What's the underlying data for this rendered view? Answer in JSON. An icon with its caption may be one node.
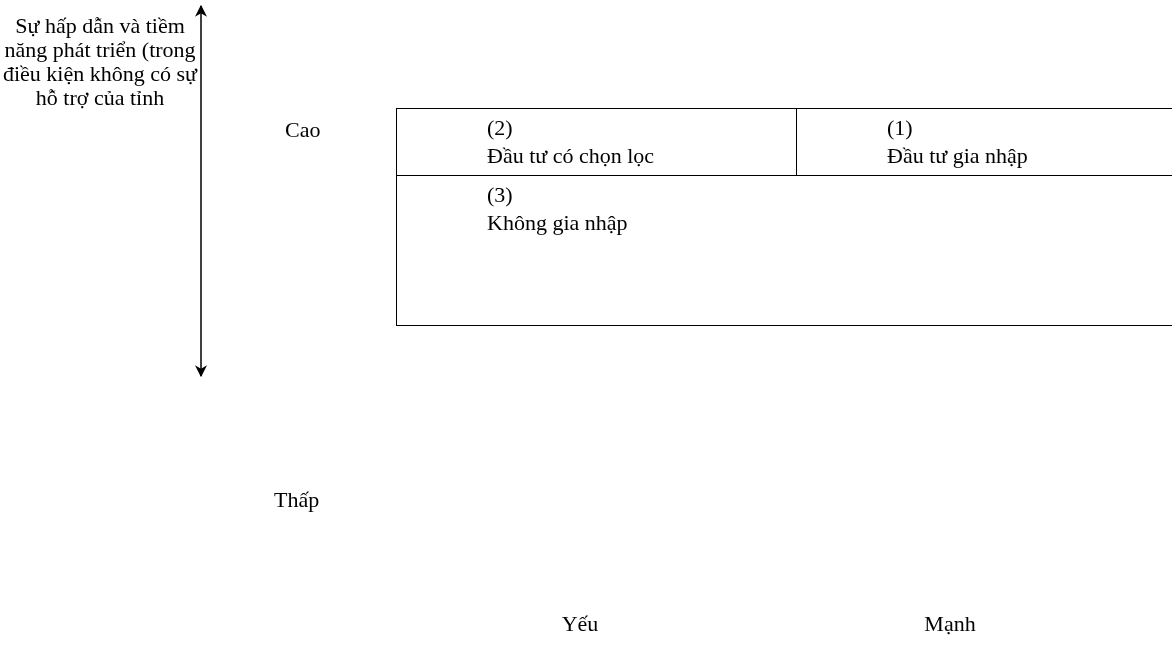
{
  "diagram": {
    "nodes": [
      {
        "text": [
          "(2)",
          "Đầu tư có chọn lọc"
        ]
      },
      {
        "text": [
          "(1)",
          "Đầu tư gia nhập"
        ]
      },
      {
        "text": [
          "(3)",
          "Không gia nhập"
        ]
      }
    ],
    "labels": [
      "Sự hấp dẫn và tiềm năng phát triển (trong điều kiện không có sự hỗ trợ của tỉnh",
      "Cao",
      "Thấp",
      "Yếu",
      "Mạnh"
    ]
  }
}
